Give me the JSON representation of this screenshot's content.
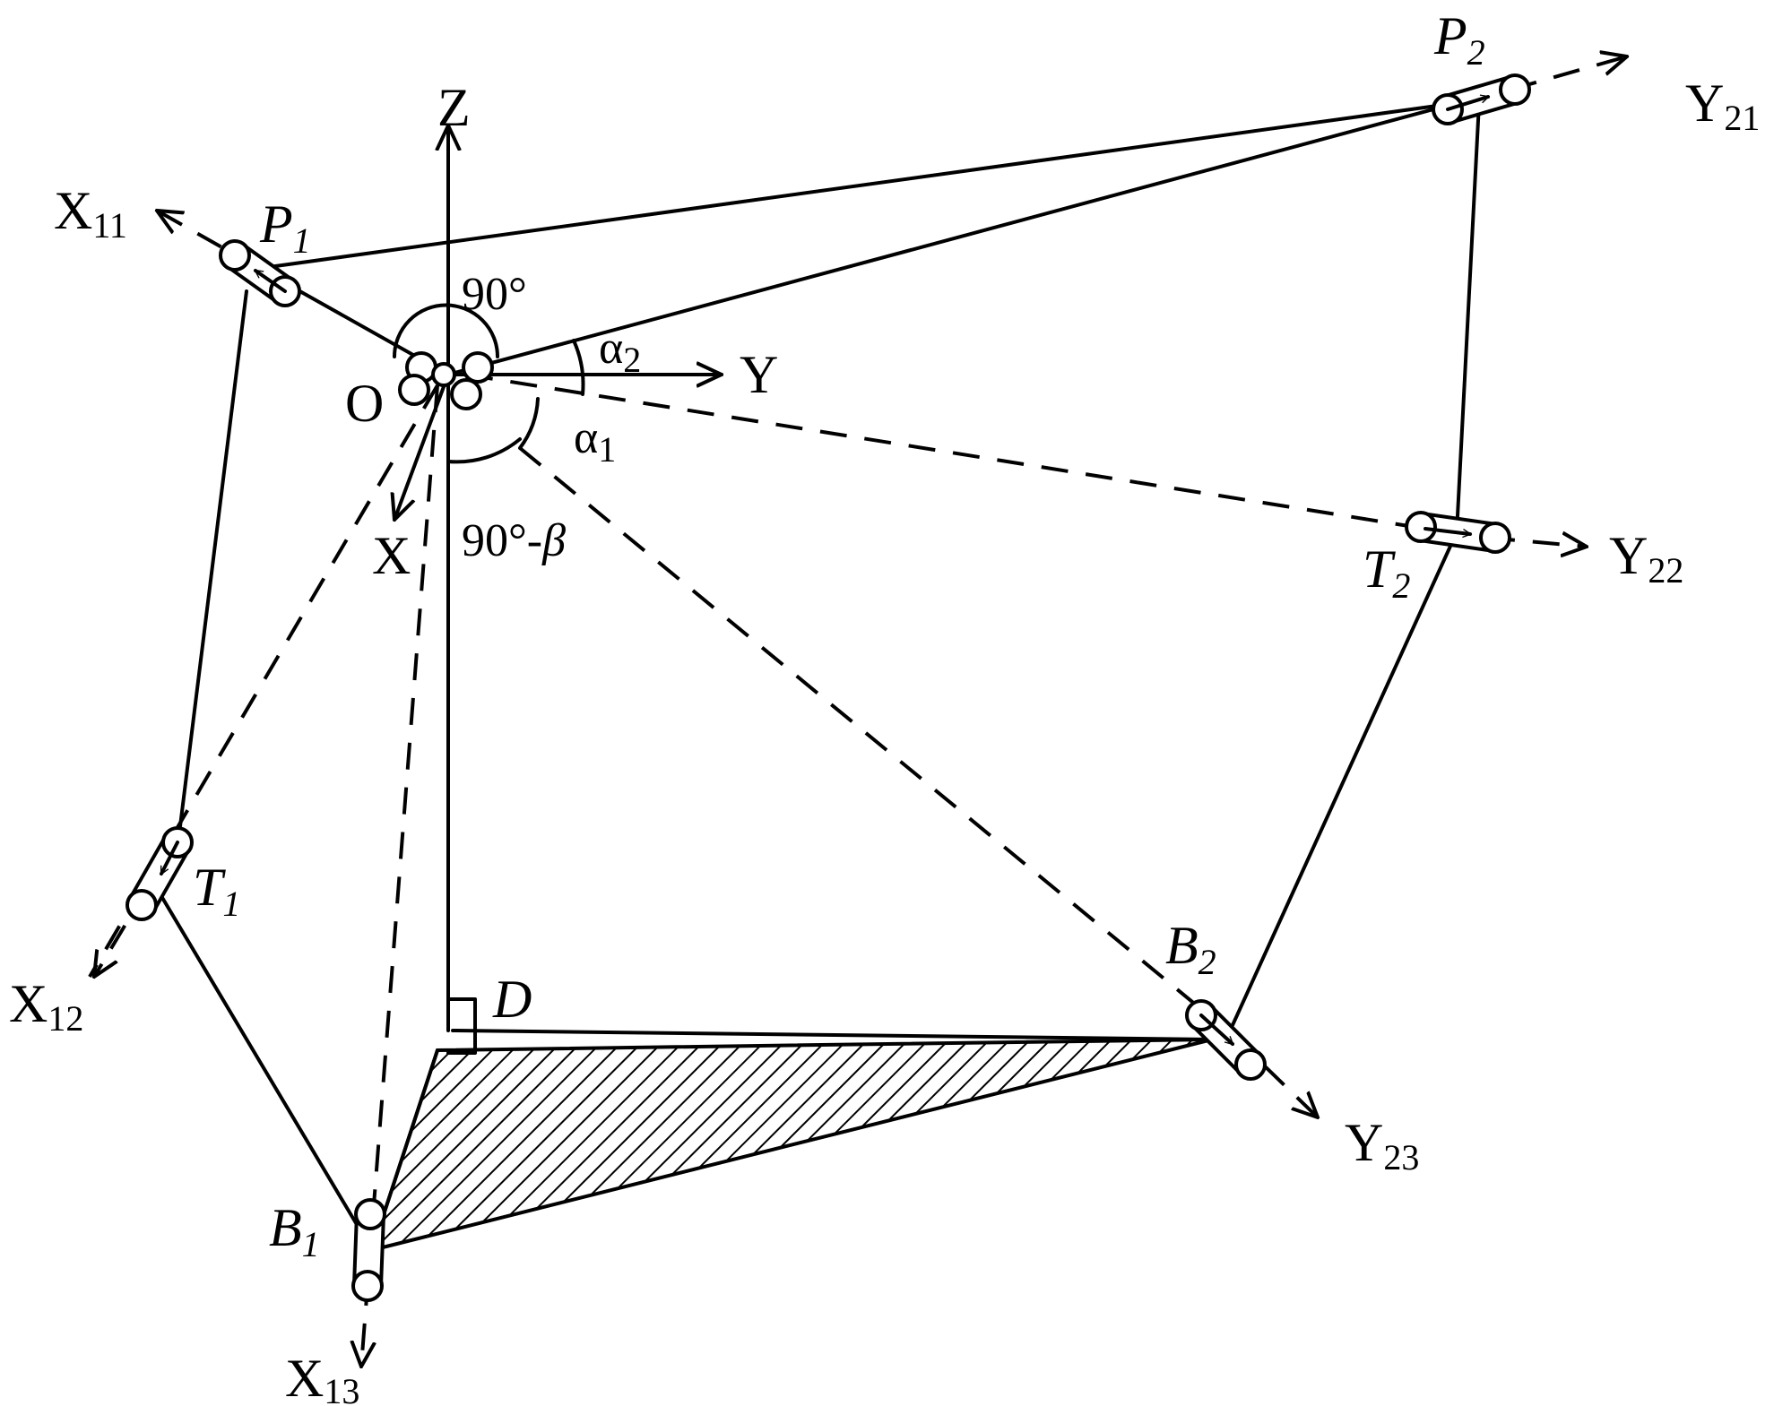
{
  "labels": {
    "Z": "Z",
    "Y": "Y",
    "X": "X",
    "O": "O",
    "D": "D",
    "P1": {
      "main": "P",
      "sub": "1"
    },
    "P2": {
      "main": "P",
      "sub": "2"
    },
    "T1": {
      "main": "T",
      "sub": "1"
    },
    "T2": {
      "main": "T",
      "sub": "2"
    },
    "B1": {
      "main": "B",
      "sub": "1"
    },
    "B2": {
      "main": "B",
      "sub": "2"
    },
    "X11": {
      "main": "X",
      "sub": "11"
    },
    "X12": {
      "main": "X",
      "sub": "12"
    },
    "X13": {
      "main": "X",
      "sub": "13"
    },
    "Y21": {
      "main": "Y",
      "sub": "21"
    },
    "Y22": {
      "main": "Y",
      "sub": "22"
    },
    "Y23": {
      "main": "Y",
      "sub": "23"
    }
  },
  "angles": {
    "top": "90°",
    "alpha2": {
      "main": "α",
      "sub": "2"
    },
    "alpha1": {
      "main": "α",
      "sub": "1"
    },
    "bottom_prefix": "90°-",
    "bottom_symbol": "β"
  }
}
